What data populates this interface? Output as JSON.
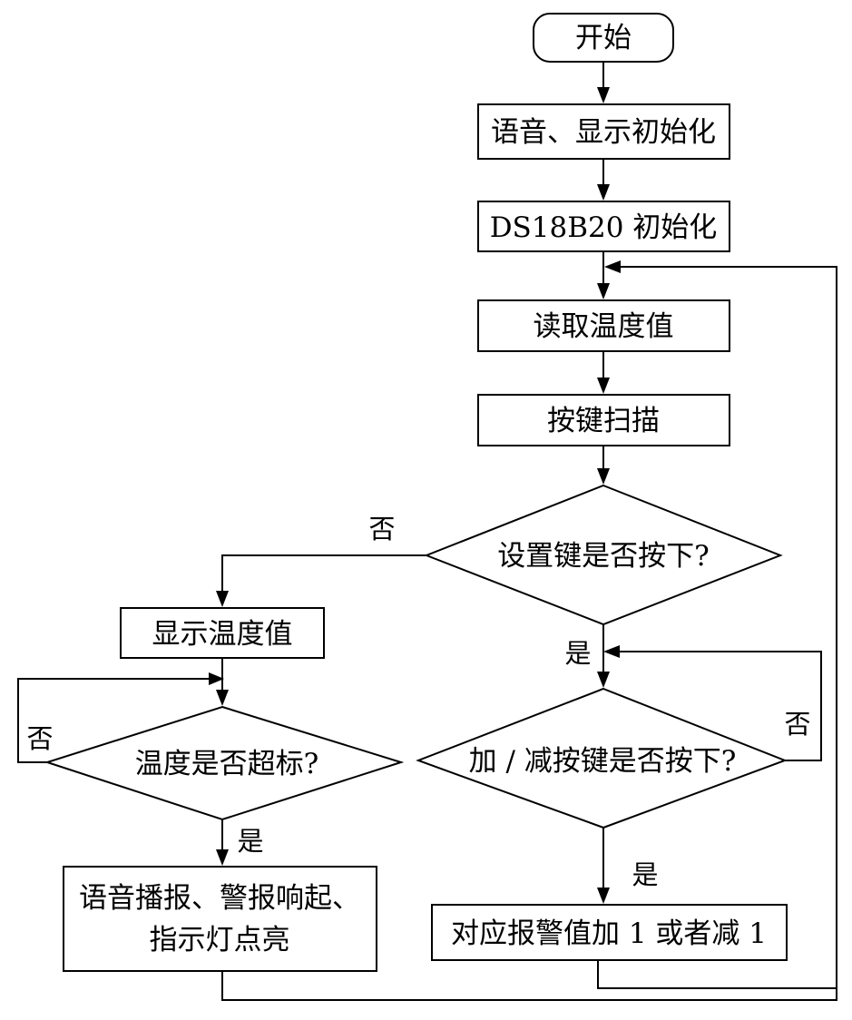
{
  "nodes": {
    "start": "开始",
    "init_voice_display": "语音、显示初始化",
    "init_ds18b20": "DS18B20 初始化",
    "read_temp": "读取温度值",
    "key_scan": "按键扫描",
    "set_key_pressed": "设置键是否按下?",
    "show_temp": "显示温度值",
    "temp_over_limit": "温度是否超标?",
    "alarm_action_line1": "语音播报、警报响起、",
    "alarm_action_line2": "指示灯点亮",
    "plus_minus_pressed": "加 / 减按键是否按下?",
    "adjust_threshold": "对应报警值加 1 或者减 1"
  },
  "labels": {
    "set_key_no": "否",
    "set_key_yes": "是",
    "temp_no": "否",
    "temp_yes": "是",
    "plus_minus_no": "否",
    "plus_minus_yes": "是"
  }
}
